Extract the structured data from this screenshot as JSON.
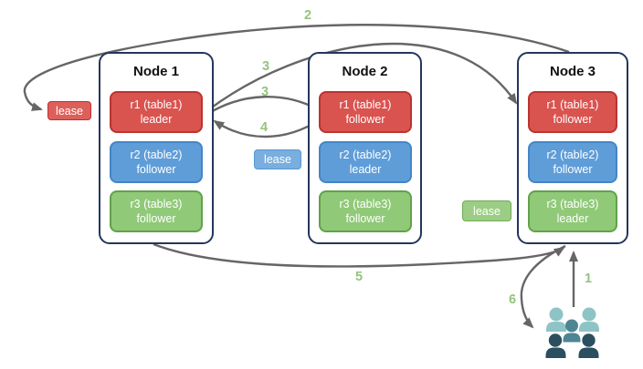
{
  "diagram": {
    "nodes": [
      {
        "title": "Node 1",
        "replicas": [
          {
            "range": "r1 (table1)",
            "role": "leader",
            "color": "red"
          },
          {
            "range": "r2 (table2)",
            "role": "follower",
            "color": "blue"
          },
          {
            "range": "r3 (table3)",
            "role": "follower",
            "color": "green"
          }
        ]
      },
      {
        "title": "Node 2",
        "replicas": [
          {
            "range": "r1 (table1)",
            "role": "follower",
            "color": "red"
          },
          {
            "range": "r2 (table2)",
            "role": "leader",
            "color": "blue"
          },
          {
            "range": "r3 (table3)",
            "role": "follower",
            "color": "green"
          }
        ]
      },
      {
        "title": "Node 3",
        "replicas": [
          {
            "range": "r1 (table1)",
            "role": "follower",
            "color": "red"
          },
          {
            "range": "r2 (table2)",
            "role": "follower",
            "color": "blue"
          },
          {
            "range": "r3 (table3)",
            "role": "leader",
            "color": "green"
          }
        ]
      }
    ],
    "leases": [
      {
        "label": "lease",
        "color": "red"
      },
      {
        "label": "lease",
        "color": "blue"
      },
      {
        "label": "lease",
        "color": "green"
      }
    ],
    "step_labels": {
      "s1": "1",
      "s2": "2",
      "s3a": "3",
      "s3b": "3",
      "s4": "4",
      "s5": "5",
      "s6": "6"
    },
    "icons": {
      "clients": "people-group-icon"
    },
    "colors": {
      "replica_red": "#d9534f",
      "replica_blue": "#5f9dd8",
      "replica_green": "#90c978",
      "node_border": "#24365c",
      "arrow_gray": "#666666",
      "step_label_green": "#93c47d",
      "client_light_teal": "#8ec4c6",
      "client_mid_teal": "#4e8593",
      "client_dark_teal": "#2b4f5e"
    }
  }
}
